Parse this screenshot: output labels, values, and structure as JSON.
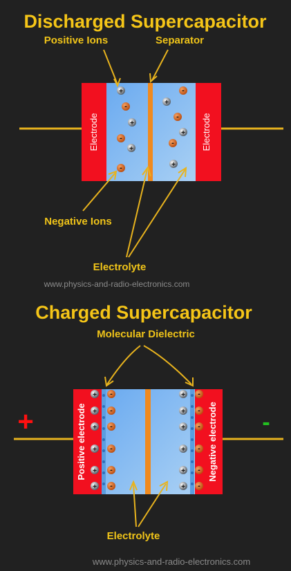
{
  "top": {
    "title": "Discharged Supercapacitor",
    "positive_ions_label": "Positive Ions",
    "separator_label": "Separator",
    "negative_ions_label": "Negative Ions",
    "electrolyte_label": "Electrolyte",
    "electrode_left": "Electrode",
    "electrode_right": "Electrode",
    "watermark": "www.physics-and-radio-electronics.com"
  },
  "bottom": {
    "title": "Charged Supercapacitor",
    "dielectric_label": "Molecular Dielectric",
    "plus_sign": "+",
    "minus_sign": "-",
    "positive_electrode": "Positive electrode",
    "negative_electrode": "Negative electrode",
    "electrolyte_label": "Electrolyte",
    "watermark": "www.physics-and-radio-electronics.com"
  },
  "colors": {
    "background": "#212121",
    "title": "#f5c518",
    "label": "#f0c419",
    "wire": "#e8b31e",
    "electrode": "#f2101f",
    "electrolyte": "#7db6ee",
    "separator": "#f08a1e",
    "negative_ion": "#e0661a",
    "positive_ion": "#9aa3ad",
    "plus_sign": "#ff1010",
    "minus_sign": "#22c020",
    "watermark": "#8a8a8a"
  }
}
